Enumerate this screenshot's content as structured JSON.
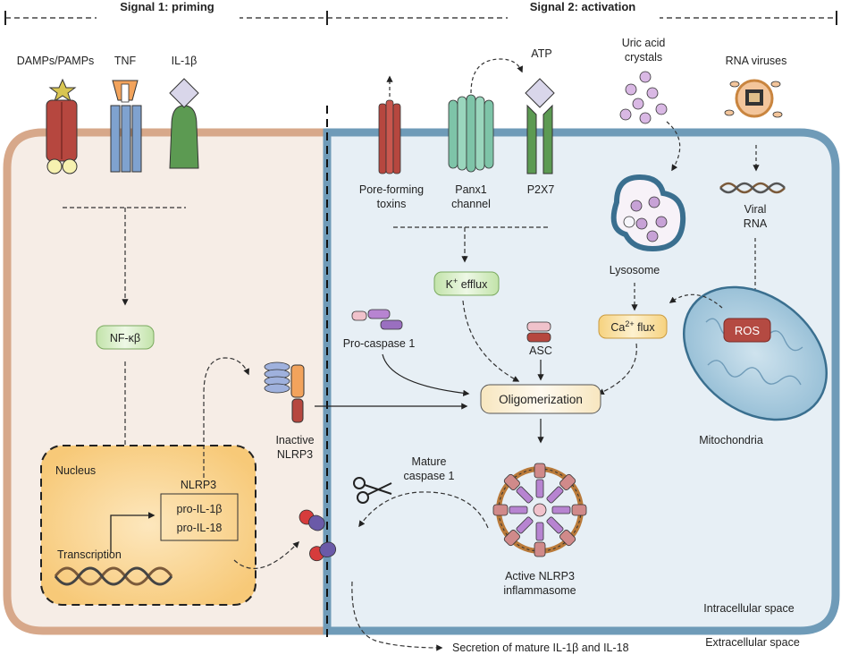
{
  "header": {
    "signal1": "Signal 1: priming",
    "signal2": "Signal 2: activation"
  },
  "receptors": {
    "damps": "DAMPs/PAMPs",
    "tnf": "TNF",
    "il1b": "IL-1β",
    "atp": "ATP",
    "uric_line1": "Uric acid",
    "uric_line2": "crystals",
    "rna_viruses": "RNA viruses",
    "pore_line1": "Pore-forming",
    "pore_line2": "toxins",
    "panx_line1": "Panx1",
    "panx_line2": "channel",
    "p2x7": "P2X7"
  },
  "nodes": {
    "nfkb": "NF-κβ",
    "k_efflux_k": "K",
    "k_efflux_sup": "+",
    "k_efflux_rest": " efflux",
    "ca_flux_ca": "Ca",
    "ca_flux_sup": "2+",
    "ca_flux_rest": " flux",
    "ros": "ROS",
    "oligomerization": "Oligomerization",
    "pro_caspase": "Pro-caspase 1",
    "asc": "ASC",
    "inactive_line1": "Inactive",
    "inactive_line2": "NLRP3",
    "lysosome": "Lysosome",
    "viral_line1": "Viral",
    "viral_line2": "RNA",
    "mitochondria": "Mitochondria",
    "mature_line1": "Mature",
    "mature_line2": "caspase 1",
    "active_line1": "Active NLRP3",
    "active_line2": "inflammasome"
  },
  "nucleus": {
    "title": "Nucleus",
    "nlrp3": "NLRP3",
    "pro_il1b": "pro-IL-1β",
    "pro_il18": "pro-IL-18",
    "transcription": "Transcription"
  },
  "spaces": {
    "intracellular": "Intracellular space",
    "extracellular": "Extracellular space",
    "secretion": "Secretion of mature IL-1β and IL-18"
  },
  "colors": {
    "left_cell_fill": "#f6ede6",
    "left_cell_stroke": "#d7a88a",
    "right_cell_fill": "#e7eff5",
    "right_cell_stroke": "#6f9bb8",
    "nucleus_fill": "#fbd99a",
    "green_box": "#d3ecc0",
    "yellow_box": "#fbe3a6",
    "red_receptor": "#b6473f",
    "green_receptor": "#5c9a52",
    "teal_channel": "#7ec4a8",
    "blue_receptor": "#7fa2cf",
    "mito_fill": "#9cc3d9",
    "ros_fill": "#b44a42"
  }
}
